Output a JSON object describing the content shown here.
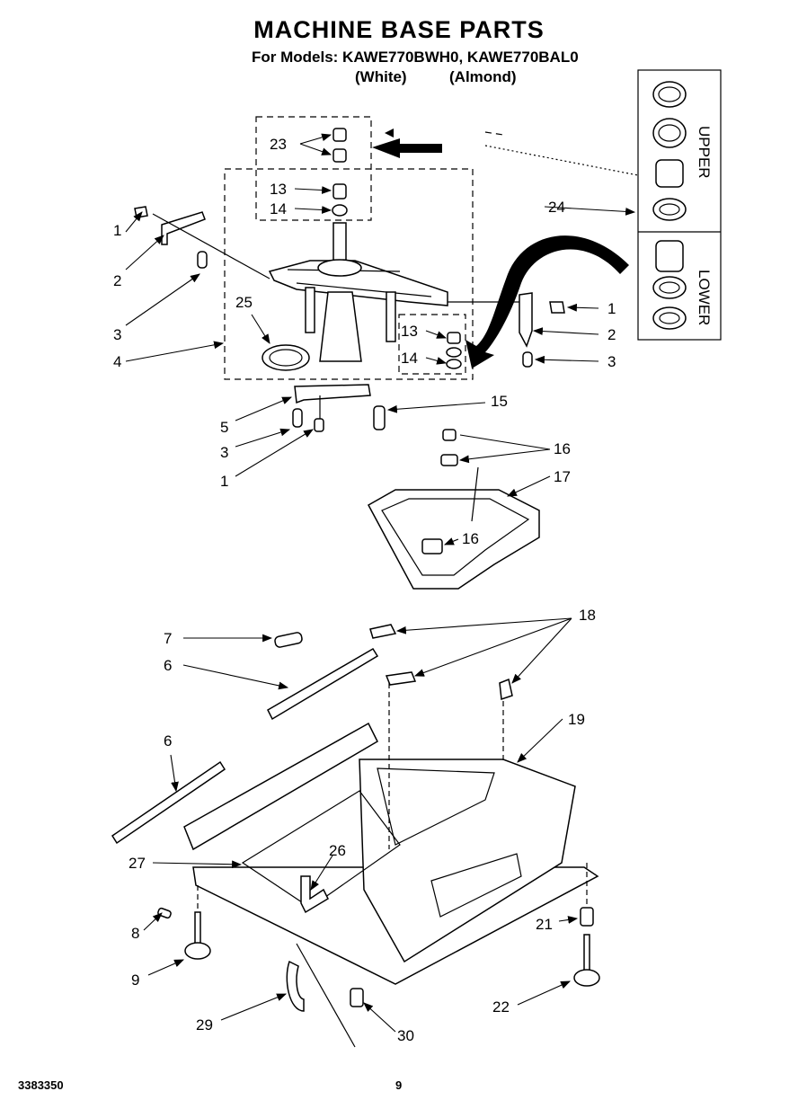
{
  "title": "MACHINE BASE PARTS",
  "subtitle": "For Models: KAWE770BWH0, KAWE770BAL0",
  "variants": [
    "(White)",
    "(Almond)"
  ],
  "inset_labels": {
    "upper": "UPPER",
    "lower": "LOWER"
  },
  "callouts": {
    "c1a": "1",
    "c2a": "2",
    "c3a": "3",
    "c4": "4",
    "c1b": "1",
    "c2b": "2",
    "c3b": "3",
    "c5": "5",
    "c3c": "3",
    "c1c": "1",
    "c6a": "6",
    "c6b": "6",
    "c7": "7",
    "c8": "8",
    "c9": "9",
    "c13a": "13",
    "c14a": "14",
    "c13b": "13",
    "c14b": "14",
    "c15": "15",
    "c16a": "16",
    "c16b": "16",
    "c17": "17",
    "c18": "18",
    "c19": "19",
    "c21": "21",
    "c22": "22",
    "c23": "23",
    "c24": "24",
    "c25": "25",
    "c26": "26",
    "c27": "27",
    "c29": "29",
    "c30": "30"
  },
  "footer": {
    "doc_number": "3383350",
    "page_number": "9"
  }
}
